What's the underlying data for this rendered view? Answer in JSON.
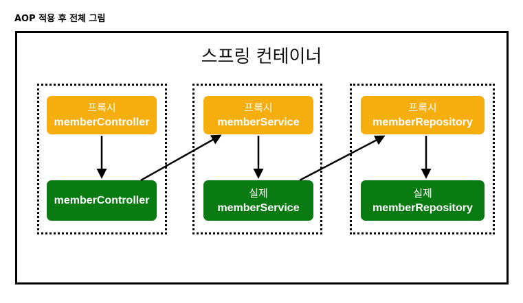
{
  "heading": "AOP 적용 후 전체 그림",
  "container": {
    "title": "스프링 컨테이너"
  },
  "groups": [
    {
      "proxy": {
        "prefix": "프록시",
        "name": "memberController"
      },
      "real": {
        "prefix": "",
        "name": "memberController"
      }
    },
    {
      "proxy": {
        "prefix": "프록시",
        "name": "memberService"
      },
      "real": {
        "prefix": "실제",
        "name": "memberService"
      }
    },
    {
      "proxy": {
        "prefix": "프록시",
        "name": "memberRepository"
      },
      "real": {
        "prefix": "실제",
        "name": "memberRepository"
      }
    }
  ],
  "colors": {
    "proxy": "#f6ad0e",
    "real": "#0a7a13",
    "arrow": "#000000"
  }
}
